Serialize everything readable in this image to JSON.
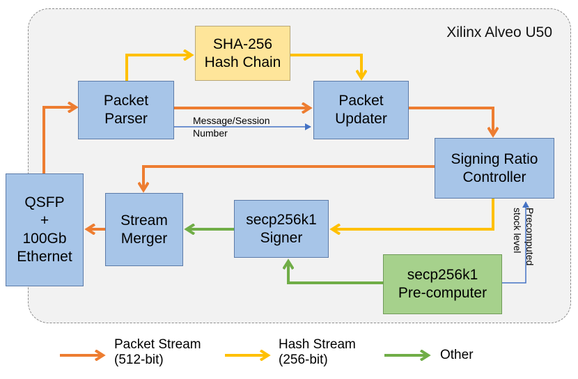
{
  "container": {
    "label": "Xilinx Alveo U50"
  },
  "blocks": {
    "qsfp": [
      "QSFP",
      "+",
      "100Gb",
      "Ethernet"
    ],
    "parser": [
      "Packet",
      "Parser"
    ],
    "sha": [
      "SHA-256",
      "Hash Chain"
    ],
    "updater": [
      "Packet",
      "Updater"
    ],
    "ratio": [
      "Signing Ratio",
      "Controller"
    ],
    "merger": [
      "Stream",
      "Merger"
    ],
    "signer": [
      "secp256k1",
      "Signer"
    ],
    "precomp": [
      "secp256k1",
      "Pre-computer"
    ]
  },
  "edge_labels": {
    "message_session": [
      "Message/Session",
      "Number"
    ],
    "stock": [
      "Precomputed",
      "stock level"
    ]
  },
  "legend": {
    "packet": [
      "Packet Stream",
      "(512-bit)"
    ],
    "hash": [
      "Hash Stream",
      "(256-bit)"
    ],
    "other": [
      "Other"
    ]
  },
  "colors": {
    "packet_stream": "#ed7d31",
    "hash_stream": "#ffc000",
    "other": "#70ad47",
    "control": "#4472c4",
    "block_fill": "#a7c5e8",
    "sha_fill": "#fee59a",
    "precomp_fill": "#a6d18c"
  }
}
